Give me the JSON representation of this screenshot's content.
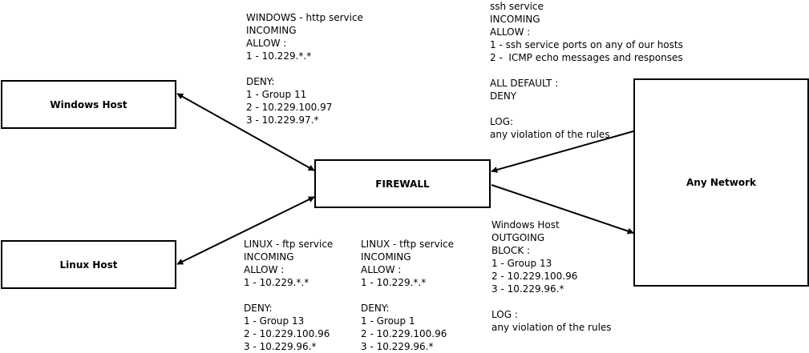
{
  "nodes": {
    "windows_host": "Windows Host",
    "linux_host": "Linux Host",
    "firewall": "FIREWALL",
    "any_network": "Any Network"
  },
  "notes": {
    "windows_http": {
      "lines": [
        "WINDOWS - http service",
        "INCOMING",
        "ALLOW :",
        "1 - 10.229.*.*",
        "",
        "DENY:",
        "1 - Group 11",
        "2 - 10.229.100.97",
        "3 - 10.229.97.*"
      ]
    },
    "ssh": {
      "lines": [
        "ssh service",
        "INCOMING",
        "ALLOW :",
        "1 - ssh service ports on any of our hosts",
        "2 -  ICMP echo messages and responses",
        "",
        "ALL DEFAULT :",
        "DENY",
        "",
        "LOG:",
        "any violation of the rules"
      ]
    },
    "linux_ftp": {
      "lines": [
        "LINUX - ftp service",
        "INCOMING",
        "ALLOW :",
        "1 - 10.229.*.*",
        "",
        "DENY:",
        "1 - Group 13",
        "2 - 10.229.100.96",
        "3 - 10.229.96.*"
      ]
    },
    "linux_tftp": {
      "lines": [
        "LINUX - tftp service",
        "INCOMING",
        "ALLOW :",
        "1 - 10.229.*.*",
        "",
        "DENY:",
        "1 - Group 1",
        "2 - 10.229.100.96",
        "3 - 10.229.96.*"
      ]
    },
    "windows_outgoing": {
      "lines": [
        "Windows Host",
        "OUTGOING",
        "BLOCK :",
        "1 - Group 13",
        "2 - 10.229.100.96",
        "3 - 10.229.96.*",
        "",
        "LOG :",
        "any violation of the rules"
      ]
    }
  },
  "edges": [
    {
      "from": "windows_host",
      "to": "firewall",
      "direction": "both"
    },
    {
      "from": "linux_host",
      "to": "firewall",
      "direction": "both"
    },
    {
      "from": "any_network",
      "to": "firewall",
      "direction": "forward"
    },
    {
      "from": "firewall",
      "to": "any_network",
      "direction": "forward"
    }
  ]
}
